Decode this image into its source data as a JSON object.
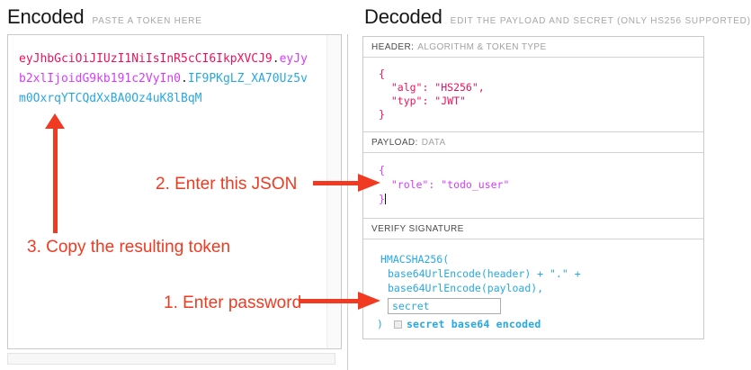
{
  "encoded": {
    "title": "Encoded",
    "subtitle": "PASTE A TOKEN HERE",
    "token": {
      "header": "eyJhbGciOiJIUzI1NiIsInR5cCI6IkpXVCJ9",
      "dot1": ".",
      "payload": "eyJyb2xlIjoidG9kb191c2VyIn0",
      "dot2": ".",
      "signature": "IF9PKgLZ_XA70Uz5vm0OxrqYTCQdXxBA0Oz4uK8lBqM"
    }
  },
  "decoded": {
    "title": "Decoded",
    "subtitle": "EDIT THE PAYLOAD AND SECRET (ONLY HS256 SUPPORTED)",
    "header_section": {
      "label_strong": "HEADER:",
      "label_muted": "ALGORITHM & TOKEN TYPE",
      "code_lines": [
        "{",
        "  \"alg\": \"HS256\",",
        "  \"typ\": \"JWT\"",
        "}"
      ]
    },
    "payload_section": {
      "label_strong": "PAYLOAD:",
      "label_muted": "DATA",
      "code_lines": [
        "{",
        "  \"role\": \"todo_user\"",
        "}"
      ]
    },
    "signature_section": {
      "label_strong": "VERIFY SIGNATURE",
      "code_line1": "HMACSHA256(",
      "code_line2": "base64UrlEncode(header) + \".\" +",
      "code_line3": "base64UrlEncode(payload),",
      "secret_value": "secret",
      "close_paren": ")",
      "checkbox_label": "secret base64 encoded"
    }
  },
  "annotations": {
    "step1": "1. Enter password",
    "step2": "2. Enter this JSON",
    "step3": "3. Copy the resulting token"
  },
  "colors": {
    "token_header": "#f0105a",
    "token_payload": "#d63aff",
    "token_signature": "#28a8e2",
    "annotation": "#f03a21"
  }
}
